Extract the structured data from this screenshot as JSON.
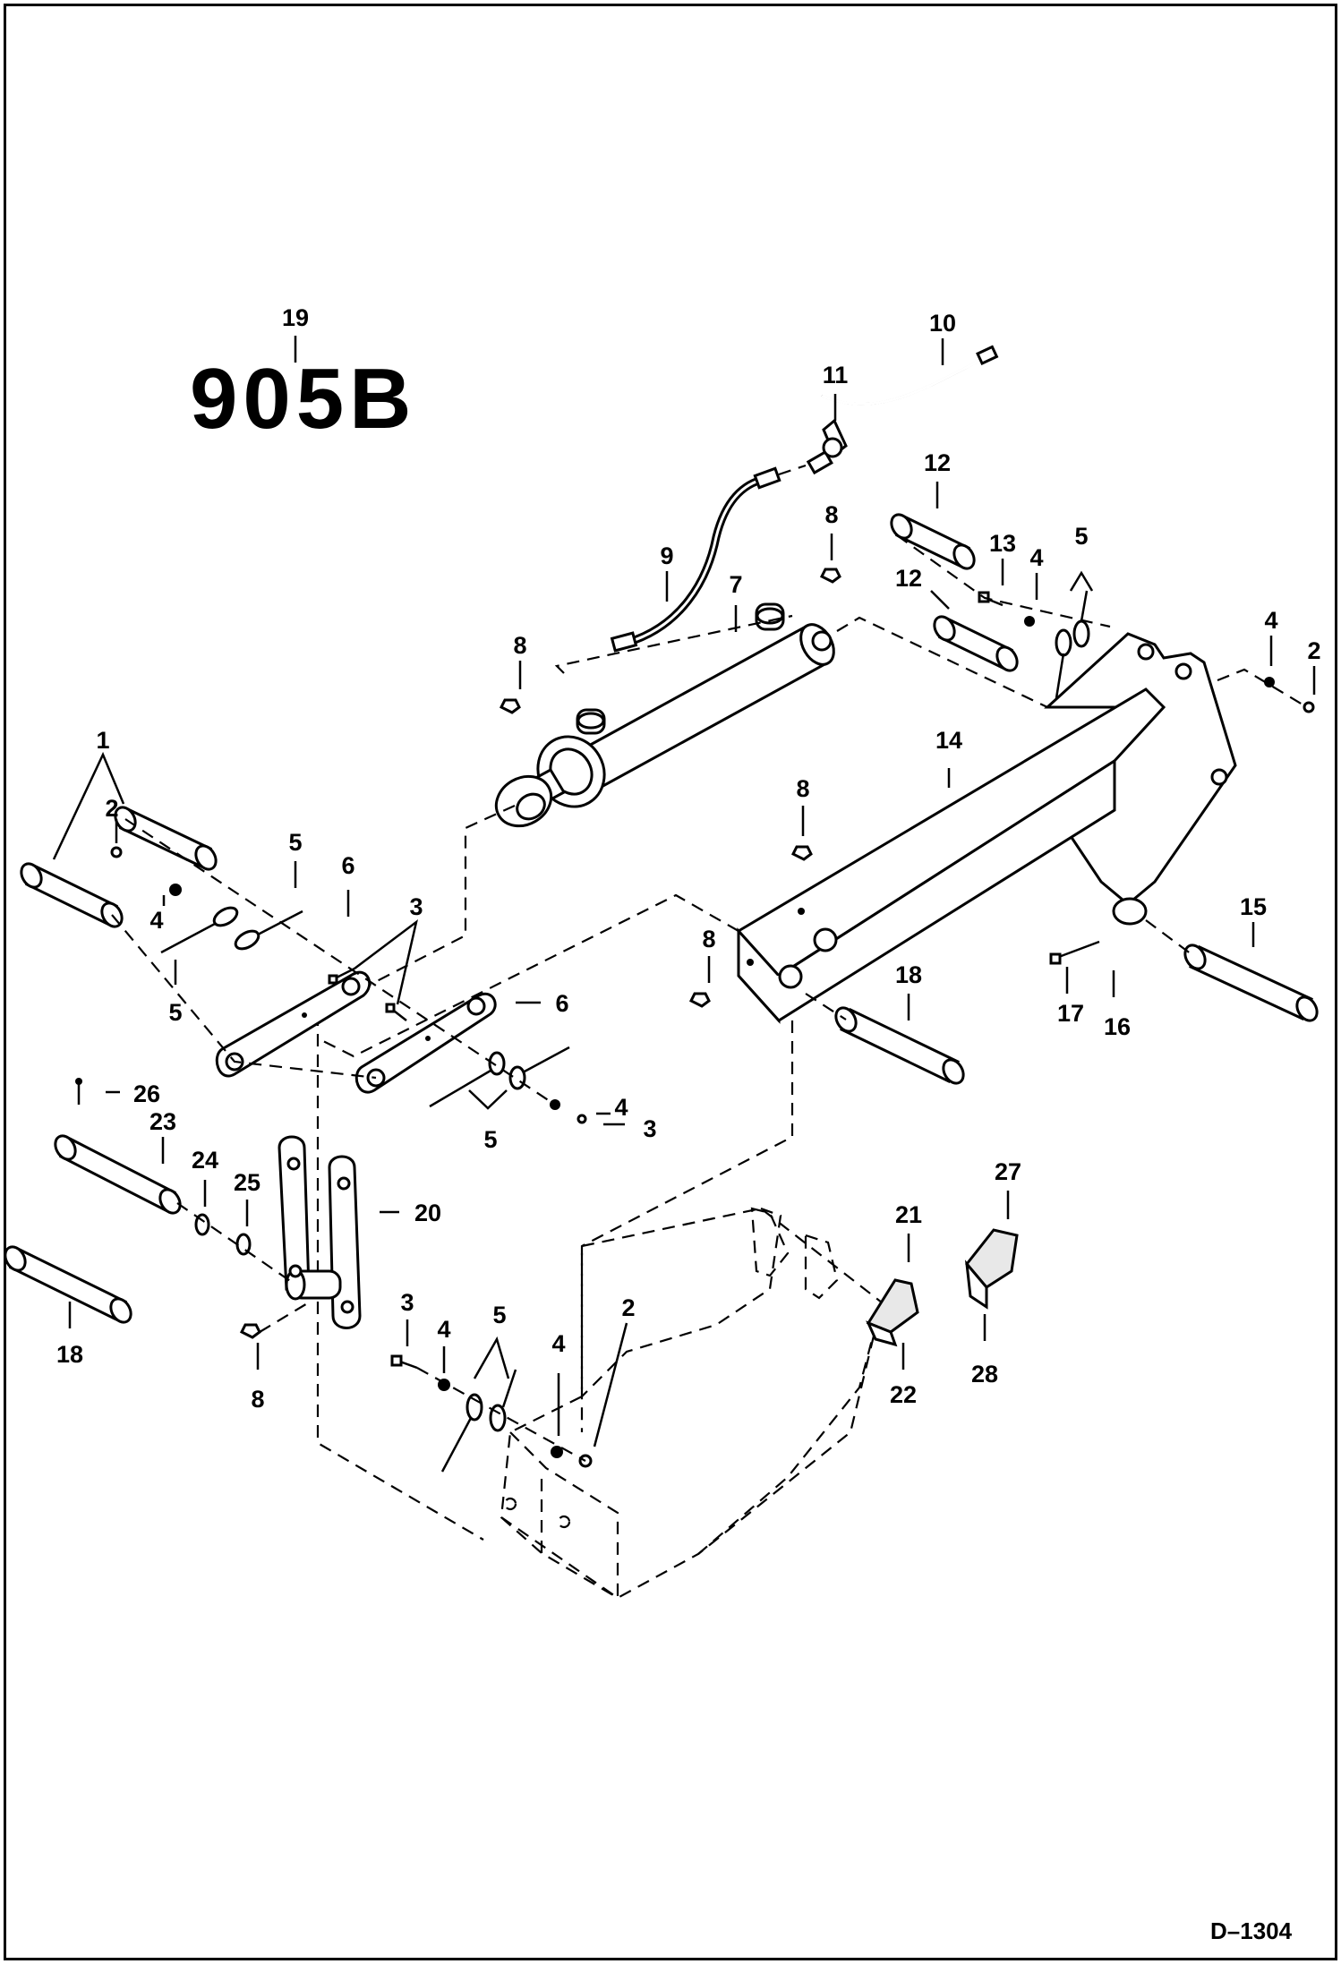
{
  "diagram": {
    "model": "905B",
    "drawing_number": "D–1304",
    "callouts": {
      "c1": "1",
      "c2a": "2",
      "c2b": "2",
      "c2c": "2",
      "c3a": "3",
      "c3b": "3",
      "c3c": "3",
      "c4a": "4",
      "c4b": "4",
      "c4c": "4",
      "c4d": "4",
      "c4e": "4",
      "c5a": "5",
      "c5b": "5",
      "c5c": "5",
      "c5d": "5",
      "c5e": "5",
      "c6a": "6",
      "c6b": "6",
      "c7": "7",
      "c8a": "8",
      "c8b": "8",
      "c8c": "8",
      "c8d": "8",
      "c8e": "8",
      "c9": "9",
      "c10": "10",
      "c11": "11",
      "c12a": "12",
      "c12b": "12",
      "c13": "13",
      "c14": "14",
      "c15": "15",
      "c16": "16",
      "c17": "17",
      "c18a": "18",
      "c18b": "18",
      "c19": "19",
      "c20": "20",
      "c21": "21",
      "c22": "22",
      "c23": "23",
      "c24": "24",
      "c25": "25",
      "c26": "26",
      "c27": "27",
      "c28": "28"
    }
  }
}
